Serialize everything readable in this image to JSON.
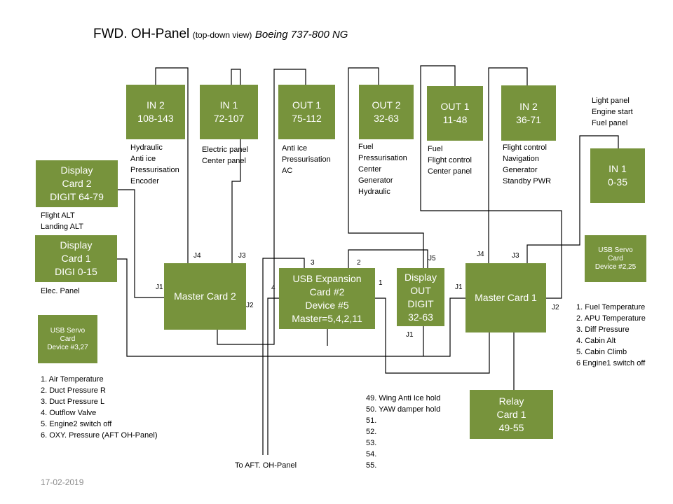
{
  "title": {
    "main": "FWD. OH-Panel",
    "view": "(top-down view)",
    "aircraft": "Boeing 737-800 NG"
  },
  "date": "17-02-2019",
  "colors": {
    "box": "#77933c",
    "box_text": "#ffffff",
    "wire": "#000000"
  },
  "boxes": {
    "in2_left": [
      "IN 2",
      "108-143"
    ],
    "in1_left": [
      "IN 1",
      "72-107"
    ],
    "out1_left": [
      "OUT 1",
      "75-112"
    ],
    "out2_right": [
      "OUT 2",
      "32-63"
    ],
    "out1_right": [
      "OUT 1",
      "11-48"
    ],
    "in2_right": [
      "IN 2",
      "36-71"
    ],
    "in1_right": [
      "IN 1",
      "0-35"
    ],
    "display2": [
      "Display",
      "Card 2",
      "DIGIT  64-79"
    ],
    "display1": [
      "Display",
      "Card 1",
      "DIGI 0-15"
    ],
    "master2": [
      "Master Card 2"
    ],
    "usbexp": [
      "USB Expansion",
      "Card #2",
      "Device #5",
      "Master=5,4,2,11"
    ],
    "displayout": [
      "Display",
      "OUT",
      "DIGIT",
      "32-63"
    ],
    "master1": [
      "Master Card 1"
    ],
    "relay": [
      "Relay",
      "Card 1",
      "49-55"
    ],
    "servo_left": [
      "USB Servo",
      "Card",
      "Device #3,27"
    ],
    "servo_right": [
      "USB Servo",
      "Card",
      "Device #2,25"
    ]
  },
  "labels": {
    "in2_left_panels": [
      "Hydraulic",
      "Anti ice",
      "Pressurisation",
      "Encoder"
    ],
    "in1_left_panels": [
      "Electric panel",
      "Center  panel"
    ],
    "out1_left_panels": [
      "Anti ice",
      "Pressurisation",
      "AC"
    ],
    "out2_right_panels": [
      "Fuel",
      "Pressurisation",
      "Center",
      "Generator",
      "Hydraulic"
    ],
    "out1_right_panels": [
      "Fuel",
      "Flight control",
      "Center  panel"
    ],
    "in2_right_panels": [
      "Flight control",
      "Navigation",
      "Generator",
      "Standby PWR"
    ],
    "in1_right_panels": [
      "Light panel",
      "Engine start",
      "Fuel panel"
    ],
    "display2_panels": [
      "Flight ALT",
      "Landing ALT"
    ],
    "display1_panels": [
      "Elec. Panel"
    ],
    "to_aft": "To AFT.  OH-Panel"
  },
  "lists": {
    "servo_left": [
      "1. Air Temperature",
      "2. Duct Pressure R",
      "3. Duct Pressure L",
      "4. Outflow Valve",
      "5. Engine2 switch off",
      "6. OXY. Pressure (AFT OH-Panel)"
    ],
    "servo_right": [
      "1. Fuel Temperature",
      "2. APU Temperature",
      "3. Diff Pressure",
      "4. Cabin Alt",
      "5. Cabin Climb",
      "6 Engine1 switch off"
    ],
    "relay": [
      "49.  Wing Anti Ice hold",
      "50.  YAW damper hold",
      "51.",
      "52.",
      "53.",
      "54.",
      "55."
    ]
  },
  "jacks": {
    "m2_j1": "J1",
    "m2_j2": "J2",
    "m2_j3": "J3",
    "m2_j4": "J4",
    "usb_2": "2",
    "usb_3": "3",
    "usb_4": "4",
    "usb_1": "1",
    "dout_j5": "J5",
    "dout_j1": "J1",
    "m1_j1": "J1",
    "m1_j2": "J2",
    "m1_j3": "J3",
    "m1_j4": "J4"
  }
}
